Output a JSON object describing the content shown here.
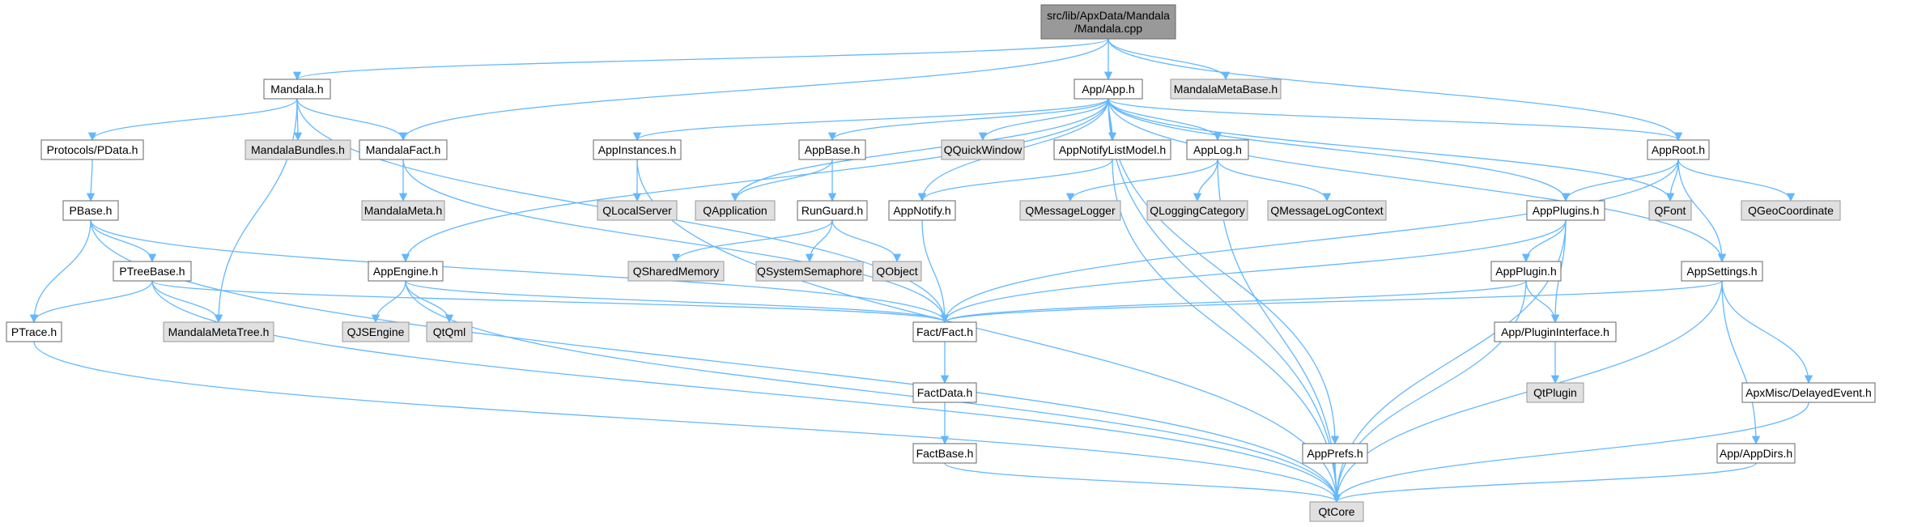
{
  "colors": {
    "edge": "#63b8ff",
    "internal_fill": "#ffffff",
    "external_fill": "#e0e0e0",
    "root_fill": "#999999",
    "border": "#666666"
  },
  "nodes": [
    {
      "id": "root",
      "lines": [
        "src/lib/ApxData/Mandala",
        "/Mandala.cpp"
      ],
      "kind": "root"
    },
    {
      "id": "mandala_h",
      "lines": [
        "Mandala.h"
      ],
      "kind": "internal"
    },
    {
      "id": "app_h",
      "lines": [
        "App/App.h"
      ],
      "kind": "internal"
    },
    {
      "id": "mandalametabase",
      "lines": [
        "MandalaMetaBase.h"
      ],
      "kind": "external"
    },
    {
      "id": "protocols_pdata",
      "lines": [
        "Protocols/PData.h"
      ],
      "kind": "internal"
    },
    {
      "id": "mandalabundles",
      "lines": [
        "MandalaBundles.h"
      ],
      "kind": "external"
    },
    {
      "id": "mandalafact",
      "lines": [
        "MandalaFact.h"
      ],
      "kind": "internal"
    },
    {
      "id": "appinstances",
      "lines": [
        "AppInstances.h"
      ],
      "kind": "internal"
    },
    {
      "id": "appbase",
      "lines": [
        "AppBase.h"
      ],
      "kind": "internal"
    },
    {
      "id": "qquickwindow",
      "lines": [
        "QQuickWindow"
      ],
      "kind": "external"
    },
    {
      "id": "appnotifylistmodel",
      "lines": [
        "AppNotifyListModel.h"
      ],
      "kind": "internal"
    },
    {
      "id": "applog",
      "lines": [
        "AppLog.h"
      ],
      "kind": "internal"
    },
    {
      "id": "approot",
      "lines": [
        "AppRoot.h"
      ],
      "kind": "internal"
    },
    {
      "id": "pbase",
      "lines": [
        "PBase.h"
      ],
      "kind": "internal"
    },
    {
      "id": "mandalameta",
      "lines": [
        "MandalaMeta.h"
      ],
      "kind": "external"
    },
    {
      "id": "qlocalserver",
      "lines": [
        "QLocalServer"
      ],
      "kind": "external"
    },
    {
      "id": "qapplication",
      "lines": [
        "QApplication"
      ],
      "kind": "external"
    },
    {
      "id": "runguard",
      "lines": [
        "RunGuard.h"
      ],
      "kind": "internal"
    },
    {
      "id": "appnotify",
      "lines": [
        "AppNotify.h"
      ],
      "kind": "internal"
    },
    {
      "id": "qmessagelogger",
      "lines": [
        "QMessageLogger"
      ],
      "kind": "external"
    },
    {
      "id": "qloggingcategory",
      "lines": [
        "QLoggingCategory"
      ],
      "kind": "external"
    },
    {
      "id": "qmessagelogcontext",
      "lines": [
        "QMessageLogContext"
      ],
      "kind": "external"
    },
    {
      "id": "appplugins",
      "lines": [
        "AppPlugins.h"
      ],
      "kind": "internal"
    },
    {
      "id": "qfont",
      "lines": [
        "QFont"
      ],
      "kind": "external"
    },
    {
      "id": "qgeocoordinate",
      "lines": [
        "QGeoCoordinate"
      ],
      "kind": "external"
    },
    {
      "id": "ptreebase",
      "lines": [
        "PTreeBase.h"
      ],
      "kind": "internal"
    },
    {
      "id": "appengine",
      "lines": [
        "AppEngine.h"
      ],
      "kind": "internal"
    },
    {
      "id": "qsharedmemory",
      "lines": [
        "QSharedMemory"
      ],
      "kind": "external"
    },
    {
      "id": "qsystemsemaphore",
      "lines": [
        "QSystemSemaphore"
      ],
      "kind": "external"
    },
    {
      "id": "qobject",
      "lines": [
        "QObject"
      ],
      "kind": "external"
    },
    {
      "id": "appplugin",
      "lines": [
        "AppPlugin.h"
      ],
      "kind": "internal"
    },
    {
      "id": "appsettings",
      "lines": [
        "AppSettings.h"
      ],
      "kind": "internal"
    },
    {
      "id": "ptrace",
      "lines": [
        "PTrace.h"
      ],
      "kind": "internal"
    },
    {
      "id": "mandalametatree",
      "lines": [
        "MandalaMetaTree.h"
      ],
      "kind": "external"
    },
    {
      "id": "qjsengine",
      "lines": [
        "QJSEngine"
      ],
      "kind": "external"
    },
    {
      "id": "qtqml",
      "lines": [
        "QtQml"
      ],
      "kind": "external"
    },
    {
      "id": "fact_h",
      "lines": [
        "Fact/Fact.h"
      ],
      "kind": "internal"
    },
    {
      "id": "apppluginiface",
      "lines": [
        "App/PluginInterface.h"
      ],
      "kind": "internal"
    },
    {
      "id": "qtplugin",
      "lines": [
        "QtPlugin"
      ],
      "kind": "external"
    },
    {
      "id": "factdata",
      "lines": [
        "FactData.h"
      ],
      "kind": "internal"
    },
    {
      "id": "delayedevent",
      "lines": [
        "ApxMisc/DelayedEvent.h"
      ],
      "kind": "internal"
    },
    {
      "id": "factbase",
      "lines": [
        "FactBase.h"
      ],
      "kind": "internal"
    },
    {
      "id": "appprefs",
      "lines": [
        "AppPrefs.h"
      ],
      "kind": "internal"
    },
    {
      "id": "appdirs",
      "lines": [
        "App/AppDirs.h"
      ],
      "kind": "internal"
    },
    {
      "id": "qtcore",
      "lines": [
        "QtCore"
      ],
      "kind": "external"
    }
  ],
  "edges": [
    [
      "root",
      "mandala_h"
    ],
    [
      "root",
      "app_h"
    ],
    [
      "root",
      "mandalametabase"
    ],
    [
      "root",
      "mandalafact"
    ],
    [
      "root",
      "approot"
    ],
    [
      "mandala_h",
      "protocols_pdata"
    ],
    [
      "mandala_h",
      "mandalabundles"
    ],
    [
      "mandala_h",
      "mandalafact"
    ],
    [
      "mandala_h",
      "mandalametatree"
    ],
    [
      "mandala_h",
      "fact_h"
    ],
    [
      "app_h",
      "appinstances"
    ],
    [
      "app_h",
      "appbase"
    ],
    [
      "app_h",
      "qquickwindow"
    ],
    [
      "app_h",
      "appnotifylistmodel"
    ],
    [
      "app_h",
      "applog"
    ],
    [
      "app_h",
      "approot"
    ],
    [
      "app_h",
      "qapplication"
    ],
    [
      "app_h",
      "appnotify"
    ],
    [
      "app_h",
      "appengine"
    ],
    [
      "app_h",
      "appplugins"
    ],
    [
      "app_h",
      "qfont"
    ],
    [
      "app_h",
      "appsettings"
    ],
    [
      "app_h",
      "appprefs"
    ],
    [
      "app_h",
      "qtcore"
    ],
    [
      "protocols_pdata",
      "pbase"
    ],
    [
      "mandalafact",
      "mandalameta"
    ],
    [
      "mandalafact",
      "fact_h"
    ],
    [
      "appinstances",
      "qlocalserver"
    ],
    [
      "appinstances",
      "qtcore"
    ],
    [
      "appbase",
      "qapplication"
    ],
    [
      "appbase",
      "runguard"
    ],
    [
      "appnotifylistmodel",
      "appnotify"
    ],
    [
      "appnotifylistmodel",
      "qtcore"
    ],
    [
      "applog",
      "qmessagelogger"
    ],
    [
      "applog",
      "qloggingcategory"
    ],
    [
      "applog",
      "qmessagelogcontext"
    ],
    [
      "applog",
      "qtcore"
    ],
    [
      "approot",
      "appplugins"
    ],
    [
      "approot",
      "qfont"
    ],
    [
      "approot",
      "qgeocoordinate"
    ],
    [
      "approot",
      "appsettings"
    ],
    [
      "approot",
      "fact_h"
    ],
    [
      "pbase",
      "ptreebase"
    ],
    [
      "pbase",
      "ptrace"
    ],
    [
      "pbase",
      "fact_h"
    ],
    [
      "pbase",
      "qtcore"
    ],
    [
      "runguard",
      "qsharedmemory"
    ],
    [
      "runguard",
      "qsystemsemaphore"
    ],
    [
      "runguard",
      "qobject"
    ],
    [
      "appnotify",
      "fact_h"
    ],
    [
      "appplugins",
      "appplugin"
    ],
    [
      "appplugins",
      "apppluginiface"
    ],
    [
      "appplugins",
      "fact_h"
    ],
    [
      "appplugins",
      "qtcore"
    ],
    [
      "ptreebase",
      "ptrace"
    ],
    [
      "ptreebase",
      "mandalametatree"
    ],
    [
      "ptreebase",
      "fact_h"
    ],
    [
      "ptreebase",
      "qtcore"
    ],
    [
      "appengine",
      "qjsengine"
    ],
    [
      "appengine",
      "qtqml"
    ],
    [
      "appengine",
      "fact_h"
    ],
    [
      "appengine",
      "qtcore"
    ],
    [
      "appplugin",
      "apppluginiface"
    ],
    [
      "appplugin",
      "fact_h"
    ],
    [
      "appplugin",
      "qtcore"
    ],
    [
      "appsettings",
      "fact_h"
    ],
    [
      "appsettings",
      "delayedevent"
    ],
    [
      "appsettings",
      "appdirs"
    ],
    [
      "appsettings",
      "qtcore"
    ],
    [
      "ptrace",
      "qtcore"
    ],
    [
      "fact_h",
      "factdata"
    ],
    [
      "apppluginiface",
      "qtplugin"
    ],
    [
      "factdata",
      "factbase"
    ],
    [
      "factbase",
      "qtcore"
    ],
    [
      "delayedevent",
      "qtcore"
    ],
    [
      "appprefs",
      "qtcore"
    ],
    [
      "appdirs",
      "qtcore"
    ]
  ]
}
